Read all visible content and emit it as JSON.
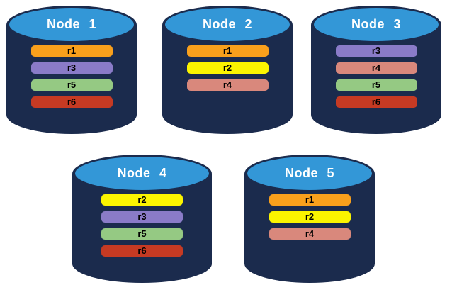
{
  "colors": {
    "background": "#FFFFFF",
    "cylinder_body": "#1B2B4D",
    "cylinder_top": "#3397D7",
    "title_text": "#FFFFFF",
    "bar_text": "#000000",
    "replica_palette": {
      "r1": "#F9A01C",
      "r2": "#FBF400",
      "r3": "#8A7BC8",
      "r4": "#D9887C",
      "r5": "#95C983",
      "r6": "#C63A23"
    }
  },
  "nodes": [
    {
      "title": "Node 1",
      "replicas": [
        "r1",
        "r3",
        "r5",
        "r6"
      ]
    },
    {
      "title": "Node 2",
      "replicas": [
        "r1",
        "r2",
        "r4"
      ]
    },
    {
      "title": "Node 3",
      "replicas": [
        "r3",
        "r4",
        "r5",
        "r6"
      ]
    },
    {
      "title": "Node 4",
      "replicas": [
        "r2",
        "r3",
        "r5",
        "r6"
      ]
    },
    {
      "title": "Node 5",
      "replicas": [
        "r1",
        "r2",
        "r4"
      ]
    }
  ]
}
